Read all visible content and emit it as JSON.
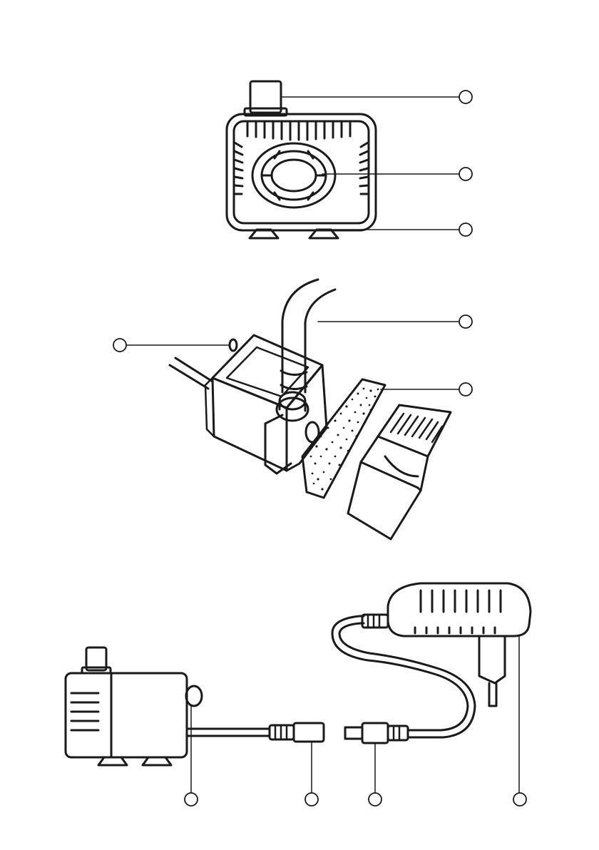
{
  "diagram": {
    "figures": [
      {
        "name": "front-view",
        "callouts": [
          "",
          "",
          ""
        ]
      },
      {
        "name": "exploded-view",
        "callouts": [
          "",
          "",
          ""
        ]
      },
      {
        "name": "connection-view",
        "callouts": [
          "",
          "",
          "",
          ""
        ]
      }
    ],
    "colors": {
      "stroke": "#1a1a1a",
      "fill": "#ffffff"
    },
    "icons": [
      "callout-circle-icon",
      "pump-icon",
      "sponge-filter-icon",
      "power-adapter-icon",
      "plug-icon"
    ]
  }
}
